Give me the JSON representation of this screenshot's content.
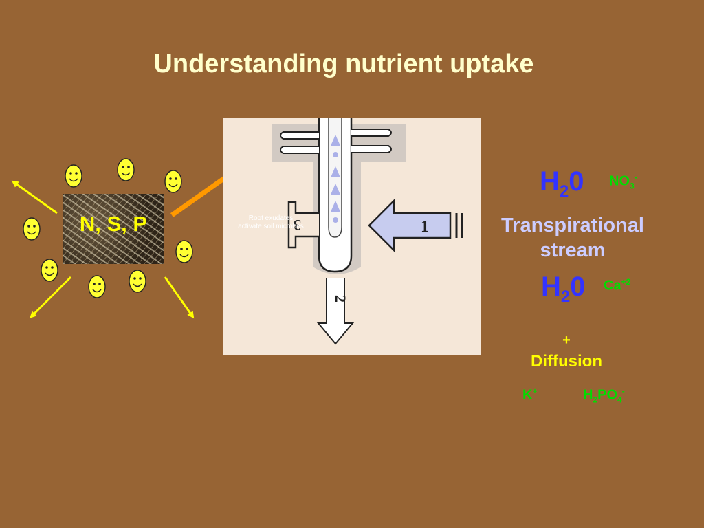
{
  "slide": {
    "title": "Understanding nutrient uptake",
    "background_color": "#976434"
  },
  "soil_patch": {
    "label": "N, S, P",
    "microbe_icon": "smiley-face-icon",
    "arrow_icon": "dispersal-arrow-icon"
  },
  "root_diagram": {
    "exudate_label_line1": "Root exudates",
    "exudate_label_line2": "activate soil microbes",
    "mechanism_1": "1",
    "mechanism_2": "2",
    "mechanism_3": "3"
  },
  "right_panel": {
    "water_1": {
      "base": "H",
      "sub": "2",
      "tail": "0"
    },
    "nitrate": {
      "base": "NO",
      "sub": "3",
      "sup": "-"
    },
    "transpiration_line1": "Transpirational",
    "transpiration_line2": "stream",
    "water_2": {
      "base": "H",
      "sub": "2",
      "tail": "0"
    },
    "calcium": {
      "base": "Ca",
      "sup": "+2"
    },
    "plus": "+",
    "diffusion": "Diffusion",
    "potassium": {
      "base": "K",
      "sup": "+"
    },
    "phosphate": {
      "base": "H",
      "sub1": "2",
      "mid": "PO",
      "sub2": "4",
      "sup": "-"
    }
  },
  "colors": {
    "title": "#FFFFCC",
    "water": "#3333FF",
    "ions": "#00DD00",
    "transpiration": "#CCCCFF",
    "diffusion": "#FFFF00",
    "callout_arrow": "#FF9900"
  }
}
